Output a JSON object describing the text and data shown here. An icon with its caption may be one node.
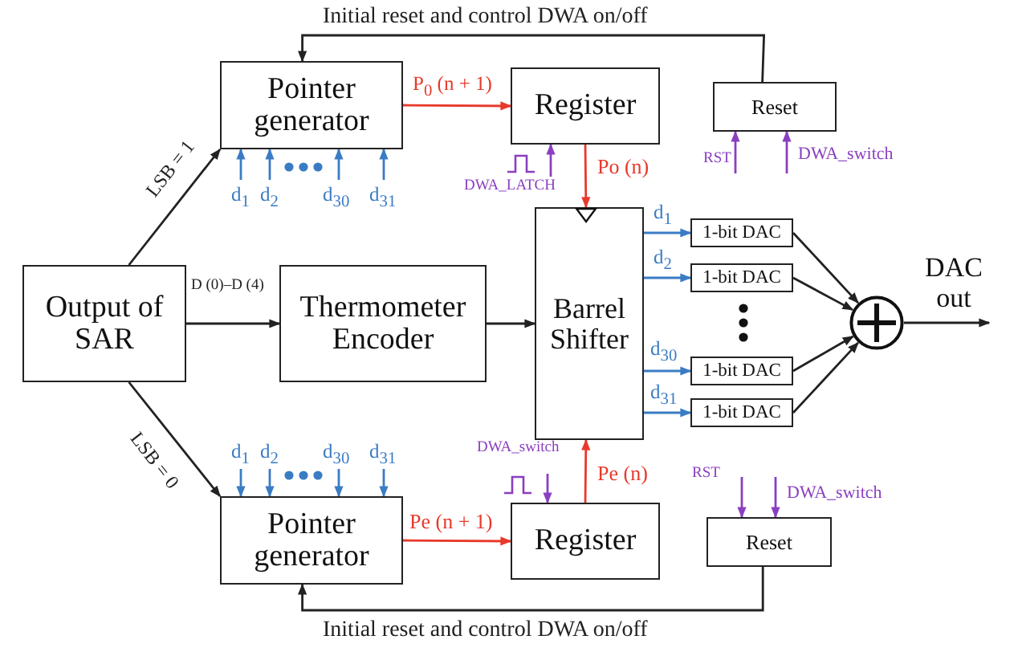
{
  "diagram": {
    "nodes": [
      {
        "text": [
          "Output of SAR"
        ]
      },
      {
        "text": [
          "Pointer generator"
        ]
      },
      {
        "text": [
          "Register"
        ]
      },
      {
        "text": [
          "Reset"
        ]
      },
      {
        "text": [
          "Thermometer Encoder"
        ]
      },
      {
        "text": [
          "Barrel Shifter"
        ]
      },
      {
        "text": [
          "1-bit DAC"
        ]
      },
      {
        "text": [
          "1-bit DAC"
        ]
      },
      {
        "text": [
          "1-bit DAC"
        ]
      },
      {
        "text": [
          "1-bit DAC"
        ]
      },
      {
        "text": [],
        "shape": "circle"
      },
      {
        "text": [
          "Pointer generator"
        ]
      },
      {
        "text": [
          "Register"
        ]
      },
      {
        "text": [
          "Reset"
        ]
      },
      {
        "text": [
          "DAC out"
        ]
      }
    ],
    "edges": [
      {
        "from": 0,
        "to": 1,
        "arrow": "to",
        "label": "LSB = 1",
        "color": "#222222"
      },
      {
        "from": 0,
        "to": 4,
        "arrow": "to",
        "label": "D (0)–D (4)",
        "color": "#222222"
      },
      {
        "from": 0,
        "to": 11,
        "arrow": "to",
        "label": "LSB = 0",
        "color": "#222222"
      },
      {
        "from": 4,
        "to": 5,
        "arrow": "to",
        "color": "#222222"
      },
      {
        "from": 1,
        "to": 2,
        "arrow": "to",
        "label": "P$_{0}$ (n + 1)",
        "color": "#e8392b"
      },
      {
        "from": 2,
        "to": 5,
        "arrow": "to",
        "label": "Po (n)",
        "color": "#e8392b"
      },
      {
        "from": 11,
        "to": 12,
        "arrow": "to",
        "label": "Pe (n + 1)",
        "color": "#e8392b"
      },
      {
        "from": 12,
        "to": 5,
        "arrow": "to",
        "label": "Pe (n)",
        "color": "#e8392b"
      },
      {
        "from": 3,
        "to": 1,
        "arrow": "to",
        "label": "Initial reset and control DWA on/off",
        "color": "#222222"
      },
      {
        "from": 13,
        "to": 11,
        "arrow": "to",
        "label": "Initial reset and control DWA on/off",
        "color": "#222222"
      },
      {
        "from": 5,
        "to": 6,
        "arrow": "to",
        "label": "d$_{1}$",
        "color": "#3a7cc4"
      },
      {
        "from": 5,
        "to": 7,
        "arrow": "to",
        "label": "d$_{2}$",
        "color": "#3a7cc4"
      },
      {
        "from": 5,
        "to": 8,
        "arrow": "to",
        "label": "d$_{30}$",
        "color": "#3a7cc4"
      },
      {
        "from": 5,
        "to": 9,
        "arrow": "to",
        "label": "d$_{31}$",
        "color": "#3a7cc4"
      },
      {
        "from": 6,
        "to": 10,
        "arrow": "to",
        "color": "#222222"
      },
      {
        "from": 7,
        "to": 10,
        "arrow": "to",
        "color": "#222222"
      },
      {
        "from": 8,
        "to": 10,
        "arrow": "to",
        "color": "#222222"
      },
      {
        "from": 9,
        "to": 10,
        "arrow": "to",
        "color": "#222222"
      },
      {
        "from": 10,
        "to": 14,
        "arrow": "to",
        "color": "#222222"
      },
      {
        "from": null,
        "to": 1,
        "arrow": "to",
        "label": "d$_{1}$",
        "color": "#3a7cc4"
      },
      {
        "from": null,
        "to": 1,
        "arrow": "to",
        "label": "d$_{2}$",
        "color": "#3a7cc4"
      },
      {
        "from": null,
        "to": 1,
        "arrow": "to",
        "label": "d$_{30}$",
        "color": "#3a7cc4"
      },
      {
        "from": null,
        "to": 1,
        "arrow": "to",
        "label": "d$_{31}$",
        "color": "#3a7cc4"
      },
      {
        "from": null,
        "to": 11,
        "arrow": "to",
        "label": "d$_{1}$",
        "color": "#3a7cc4"
      },
      {
        "from": null,
        "to": 11,
        "arrow": "to",
        "label": "d$_{2}$",
        "color": "#3a7cc4"
      },
      {
        "from": null,
        "to": 11,
        "arrow": "to",
        "label": "d$_{30}$",
        "color": "#3a7cc4"
      },
      {
        "from": null,
        "to": 11,
        "arrow": "to",
        "label": "d$_{31}$",
        "color": "#3a7cc4"
      },
      {
        "from": null,
        "to": 2,
        "arrow": "to",
        "label": "DWA_LATCH",
        "color": "#8a3fc0"
      },
      {
        "from": null,
        "to": 3,
        "arrow": "to",
        "label": "RST",
        "color": "#8a3fc0"
      },
      {
        "from": null,
        "to": 3,
        "arrow": "to",
        "label": "DWA_switch",
        "color": "#8a3fc0"
      },
      {
        "from": null,
        "to": 13,
        "arrow": "to",
        "label": "RST",
        "color": "#8a3fc0"
      },
      {
        "from": null,
        "to": 13,
        "arrow": "to",
        "label": "DWA_switch",
        "color": "#8a3fc0"
      },
      {
        "from": null,
        "to": 12,
        "arrow": "to",
        "label": "DWA_switch",
        "color": "#8a3fc0"
      }
    ]
  }
}
